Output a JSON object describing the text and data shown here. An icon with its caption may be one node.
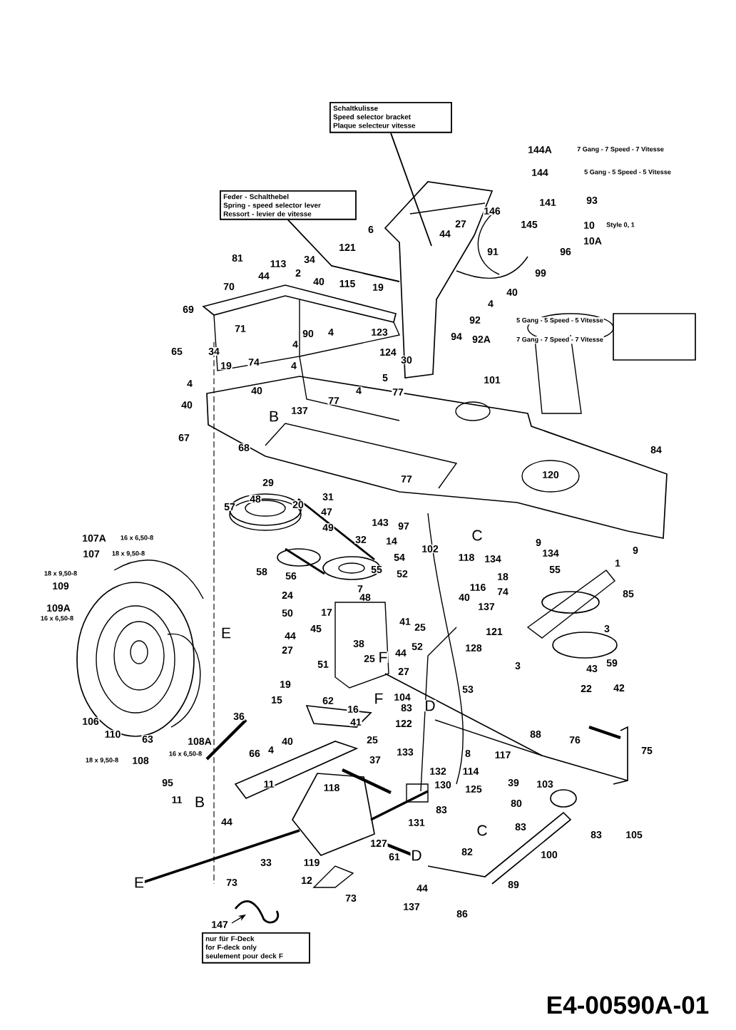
{
  "diagram": {
    "nodes": [
      {
        "text": [
          "Schaltkulisse",
          "Speed selector bracket",
          "Plaque selecteur vitesse"
        ]
      },
      {
        "text": [
          "Feder - Schalthebel",
          "Spring - speed selector lever",
          "Ressort - levier de vitesse"
        ]
      },
      {
        "text": [
          "nur für F-Deck",
          "for F-deck only",
          "seulement pour deck F"
        ]
      }
    ],
    "edges": [
      {
        "from": 0,
        "to": null,
        "arrow": "none"
      },
      {
        "from": 1,
        "to": null,
        "arrow": "none"
      }
    ],
    "labels": [
      "144A",
      "7 Gang - 7 Speed - 7 Vitesse",
      "144",
      "5 Gang - 5 Speed - 5 Vitesse",
      "141",
      "93",
      "146",
      "145",
      "10",
      "Style 0, 1",
      "10A",
      "6",
      "27",
      "44",
      "121",
      "91",
      "96",
      "81",
      "34",
      "113",
      "99",
      "44",
      "2",
      "40",
      "115",
      "70",
      "19",
      "40",
      "4",
      "69",
      "92",
      "5 Gang - 5 Speed - 5 Vitesse",
      "71",
      "90",
      "4",
      "123",
      "94",
      "92A",
      "7 Gang - 7 Speed - 7 Vitesse",
      "4",
      "65",
      "34",
      "124",
      "30",
      "19",
      "74",
      "4",
      "5",
      "101",
      "4",
      "4",
      "40",
      "77",
      "77",
      "40",
      "137",
      "B",
      "67",
      "68",
      "84",
      "120",
      "77",
      "29",
      "31",
      "48",
      "20",
      "57",
      "47",
      "143",
      "97",
      "49",
      "C",
      "107A",
      "16 x 6,50-8",
      "32",
      "14",
      "9",
      "102",
      "134",
      "9",
      "107",
      "18 x 9,50-8",
      "118",
      "134",
      "54",
      "1",
      "58",
      "56",
      "18 x 9,50-8",
      "55",
      "55",
      "52",
      "18",
      "109",
      "116",
      "7",
      "74",
      "85",
      "24",
      "48",
      "40",
      "137",
      "109A",
      "17",
      "50",
      "16 x 6,50-8",
      "41",
      "25",
      "45",
      "3",
      "121",
      "E",
      "44",
      "38",
      "52",
      "128",
      "27",
      "44",
      "F",
      "25",
      "59",
      "51",
      "3",
      "43",
      "27",
      "19",
      "42",
      "22",
      "53",
      "104",
      "F",
      "15",
      "62",
      "D",
      "83",
      "16",
      "36",
      "106",
      "41",
      "122",
      "110",
      "88",
      "63",
      "76",
      "25",
      "40",
      "108A",
      "75",
      "133",
      "8",
      "66",
      "4",
      "16 x 6,50-8",
      "117",
      "37",
      "18 x 9,50-8",
      "108",
      "114",
      "132",
      "95",
      "39",
      "103",
      "11",
      "130",
      "118",
      "125",
      "11",
      "B",
      "80",
      "83",
      "44",
      "131",
      "83",
      "C",
      "83",
      "105",
      "127",
      "82",
      "100",
      "D",
      "61",
      "33",
      "119",
      "12",
      "E",
      "73",
      "89",
      "44",
      "73",
      "137",
      "86",
      "147",
      "E4-00590A-01"
    ]
  }
}
